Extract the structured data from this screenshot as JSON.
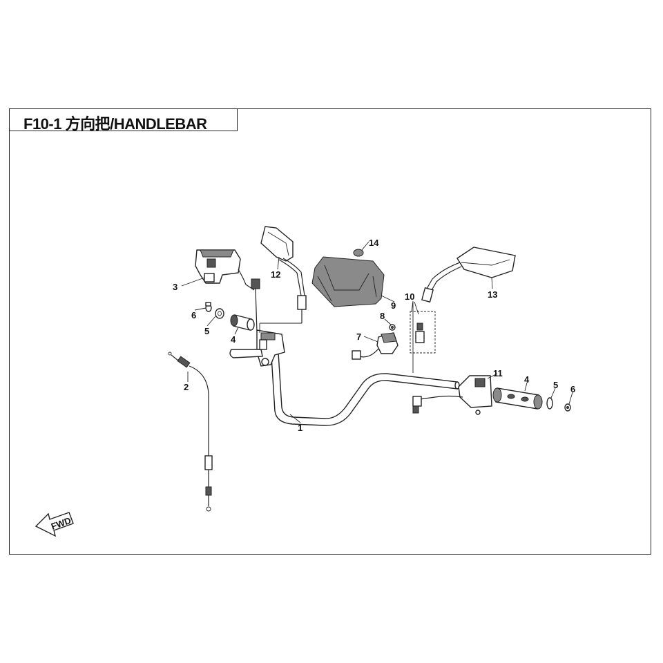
{
  "title": "F10-1 方向把/HANDLEBAR",
  "labels": {
    "p1": "1",
    "p2": "2",
    "p3": "3",
    "p4_left": "4",
    "p4_right": "4",
    "p5_left": "5",
    "p5_right": "5",
    "p6_left": "6",
    "p6_right": "6",
    "p7": "7",
    "p8": "8",
    "p9": "9",
    "p10": "10",
    "p11": "11",
    "p12": "12",
    "p13": "13",
    "p14": "14"
  },
  "fwd_label": "FWD",
  "icons": {
    "fwd": "fwd-arrow-icon"
  }
}
